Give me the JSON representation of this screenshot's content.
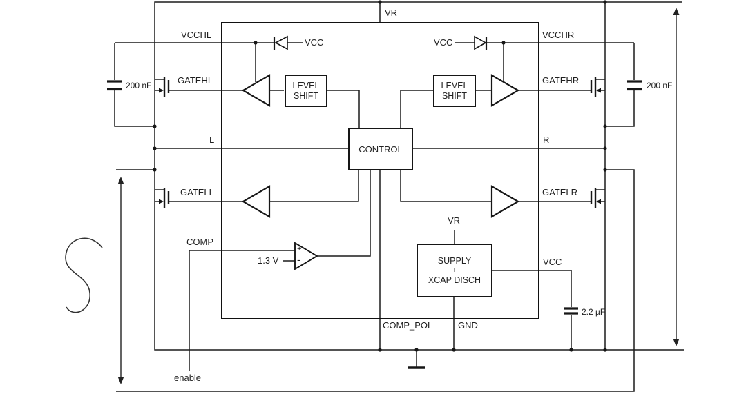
{
  "diagram_title": "gate-driver half-bridge application block diagram",
  "colors": {
    "wire": "#1c1c1c",
    "background": "#ffffff",
    "text": "#1f1f1f"
  },
  "labels": {
    "vr_top": "VR",
    "vcchl": "VCCHL",
    "vcchr": "VCCHR",
    "vcc_bootstrap_left": "VCC",
    "vcc_bootstrap_right": "VCC",
    "gatehl": "GATEHL",
    "gatehr": "GATEHR",
    "l_pin": "L",
    "r_pin": "R",
    "gatell": "GATELL",
    "gatelr": "GATELR",
    "comp": "COMP",
    "vref": "1.3 V",
    "vr_supply": "VR",
    "vcc_out": "VCC",
    "comp_pol": "COMP_POL",
    "gnd": "GND",
    "enable": "enable",
    "cap_left": "200 nF",
    "cap_right": "200 nF",
    "cap_out": "2.2 µF"
  },
  "comparator": {
    "plus": "+",
    "minus": "-"
  },
  "blocks": {
    "control": "CONTROL",
    "level_shift": {
      "line1": "LEVEL",
      "line2": "SHIFT"
    },
    "supply": {
      "line1": "SUPPLY",
      "line2": "+",
      "line3": "XCAP DISCH"
    }
  }
}
